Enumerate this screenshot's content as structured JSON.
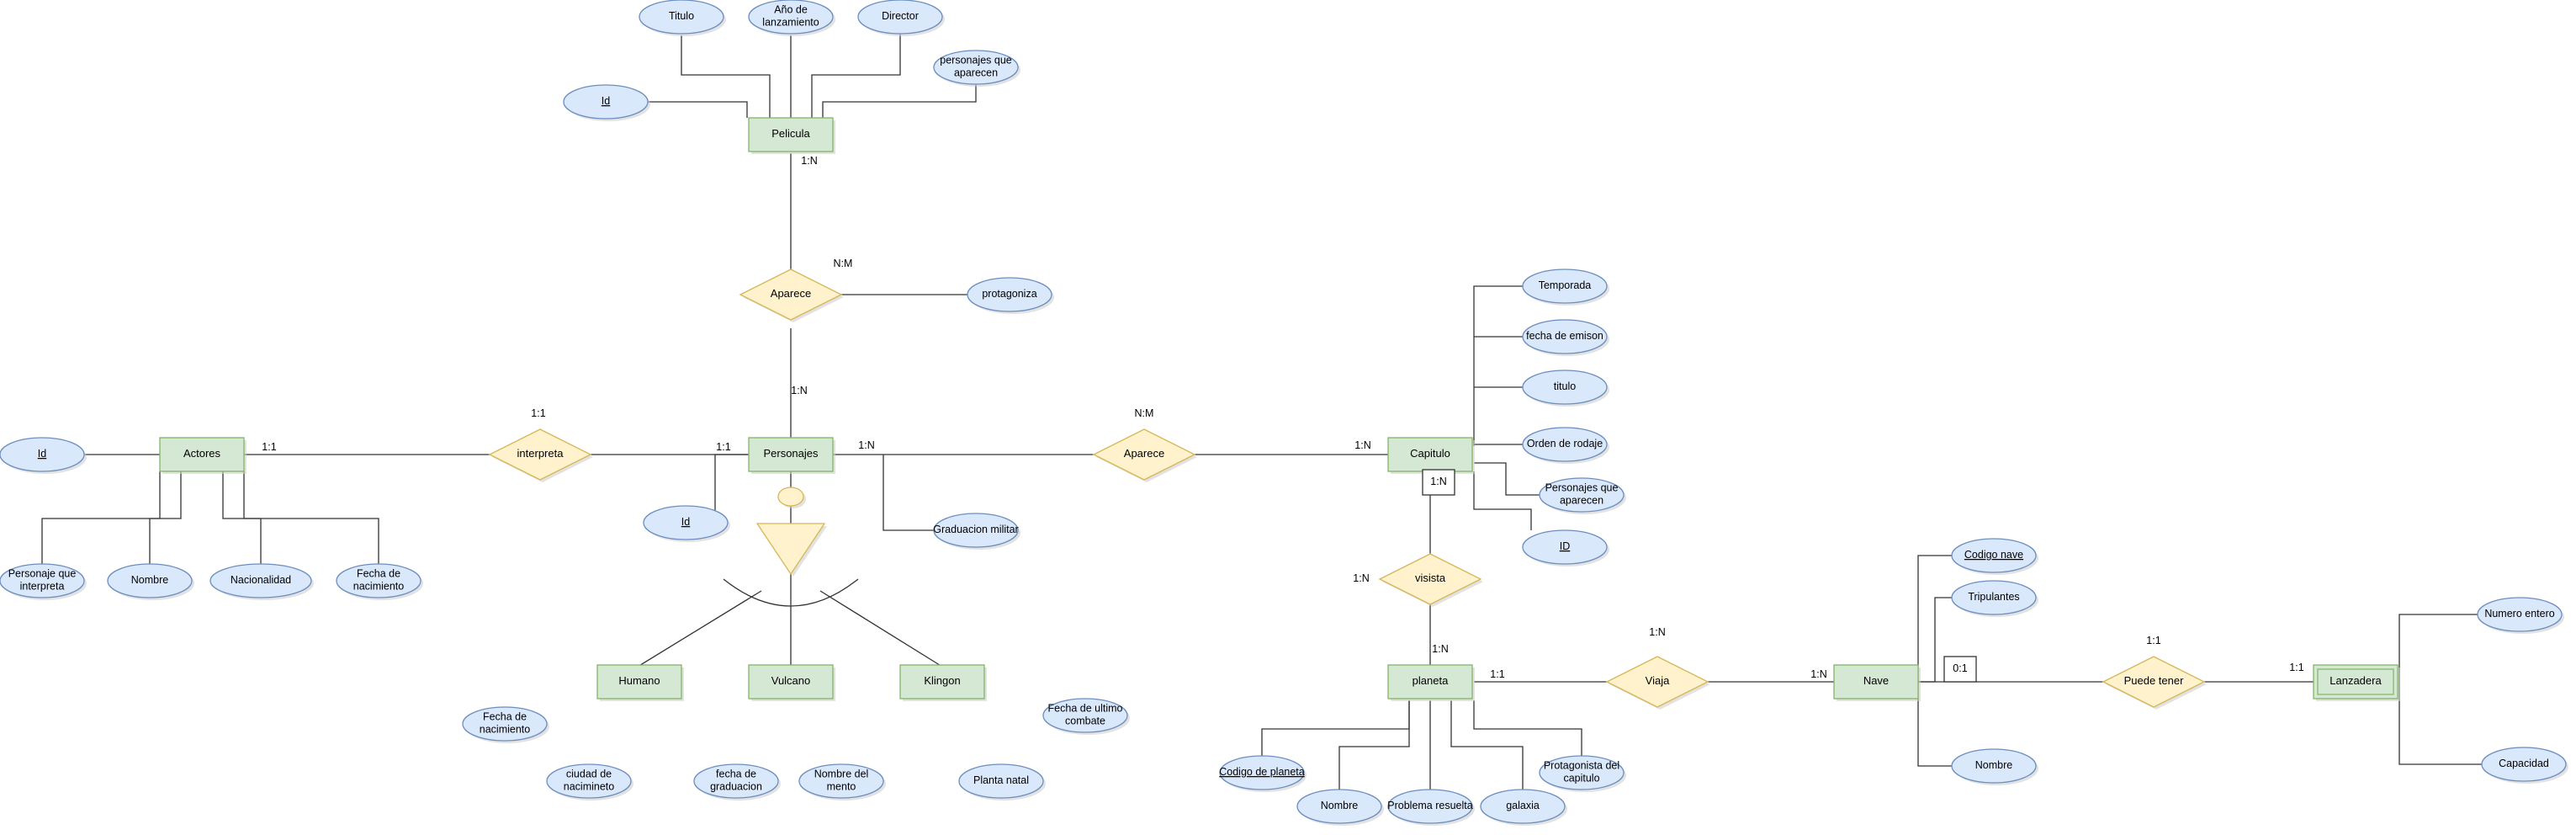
{
  "colors": {
    "entity_fill": "#d5e8d4",
    "entity_stroke": "#82b366",
    "attribute_fill": "#dae8fc",
    "attribute_stroke": "#6c8ebf",
    "relation_fill": "#fff2cc",
    "relation_stroke": "#d6b656",
    "line": "#333333",
    "text": "#000000"
  },
  "entities": {
    "pelicula": "Pelicula",
    "actores": "Actores",
    "personajes": "Personajes",
    "capitulo": "Capitulo",
    "humano": "Humano",
    "vulcano": "Vulcano",
    "klingon": "Klingon",
    "planeta": "planeta",
    "nave": "Nave",
    "lanzadera": "Lanzadera"
  },
  "relations": {
    "aparece_pelicula": "Aparece",
    "interpreta": "interpreta",
    "aparece_capitulo": "Aparece",
    "visista": "visista",
    "viaja": "Viaja",
    "puede_tener": "Puede tener"
  },
  "attributes": {
    "pel_titulo": [
      "Titulo"
    ],
    "pel_anio": [
      "Año de",
      "lanzamiento"
    ],
    "pel_director": [
      "Director"
    ],
    "pel_personajes": [
      "personajes que",
      "aparecen"
    ],
    "pel_id": [
      "Id"
    ],
    "protagoniza": [
      "protagoniza"
    ],
    "act_id": [
      "Id"
    ],
    "act_personaje": [
      "Personaje que",
      "interpreta"
    ],
    "act_nombre": [
      "Nombre"
    ],
    "act_nacionalidad": [
      "Nacionalidad"
    ],
    "act_fecha": [
      "Fecha de",
      "nacimiento"
    ],
    "per_id": [
      "Id"
    ],
    "graduacion_militar": [
      "Graduacion militar"
    ],
    "cap_temporada": [
      "Temporada"
    ],
    "cap_fecha": [
      "fecha  de emison"
    ],
    "cap_titulo": [
      "titulo"
    ],
    "cap_orden": [
      "Orden de rodaje"
    ],
    "cap_personajes": [
      "Personajes que",
      "aparecen"
    ],
    "cap_id": [
      "ID"
    ],
    "hum_fecha": [
      "Fecha de",
      "nacimiento"
    ],
    "hum_ciudad": [
      "ciudad de",
      "nacimineto"
    ],
    "vul_fecha": [
      "fecha de",
      "graduacion"
    ],
    "vul_mentor": [
      "Nombre del",
      "mento"
    ],
    "kli_fecha": [
      "Fecha de ultimo",
      "combate"
    ],
    "kli_planeta": [
      "Planta natal"
    ],
    "pla_codigo": [
      "Codigo de planeta"
    ],
    "pla_nombre": [
      "Nombre"
    ],
    "pla_problema": [
      "Problema resuelta"
    ],
    "pla_galaxia": [
      "galaxia"
    ],
    "pla_protagonista": [
      "Protagonista del",
      "capitulo"
    ],
    "nav_codigo": [
      "Codigo nave"
    ],
    "nav_tripulantes": [
      "Tripulantes"
    ],
    "nav_nombre": [
      "Nombre"
    ],
    "lan_numero": [
      "Numero entero"
    ],
    "lan_capacidad": [
      "Capacidad"
    ]
  },
  "cardinalities": {
    "pel_apa": "1:N",
    "apa_nm": "N:M",
    "apa_per": "1:N",
    "int_top": "1:1",
    "act_int": "1:1",
    "int_per": "1:1",
    "per_apa2": "1:N",
    "apa2_nm": "N:M",
    "apa2_cap": "1:N",
    "cap_box": "1:N",
    "vis_left": "1:N",
    "vis_pla": "1:N",
    "pla_via": "1:1",
    "via_top": "1:N",
    "via_nav": "1:N",
    "nav_box": "0:1",
    "pue_top": "1:1",
    "pue_lan": "1:1"
  }
}
